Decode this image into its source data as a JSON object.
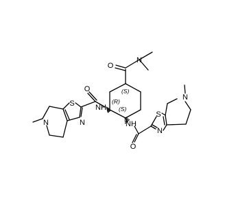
{
  "atoms": {
    "n_dimethyl": "N",
    "o_dimethylamide": "O",
    "stereo_s_top": "(S)",
    "stereo_r": "(R)",
    "stereo_s_bottom": "(S)",
    "nh_left": "NH",
    "nh_right": "NH",
    "o_left_amide": "O",
    "o_right_amide": "O",
    "s_left": "S",
    "n_left_thiazole": "N",
    "n_left_methyl": "N",
    "s_right": "S",
    "n_right_thiazole": "N",
    "n_right_methyl": "N"
  }
}
